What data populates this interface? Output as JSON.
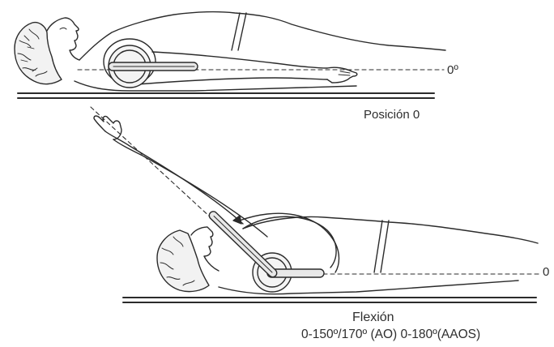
{
  "top": {
    "angle_label": "0º",
    "caption": "Posición 0"
  },
  "bottom": {
    "angle_label": "0",
    "caption_line1": "Flexión",
    "caption_line2": "0-150º/170º (AO) 0-180º(AAOS)"
  },
  "colors": {
    "line": "#2b2b2b",
    "skin": "#ffffff",
    "shade": "#dcdcdc"
  },
  "icons": [
    "goniometer-icon",
    "patient-supine-figure",
    "patient-flexion-figure"
  ]
}
